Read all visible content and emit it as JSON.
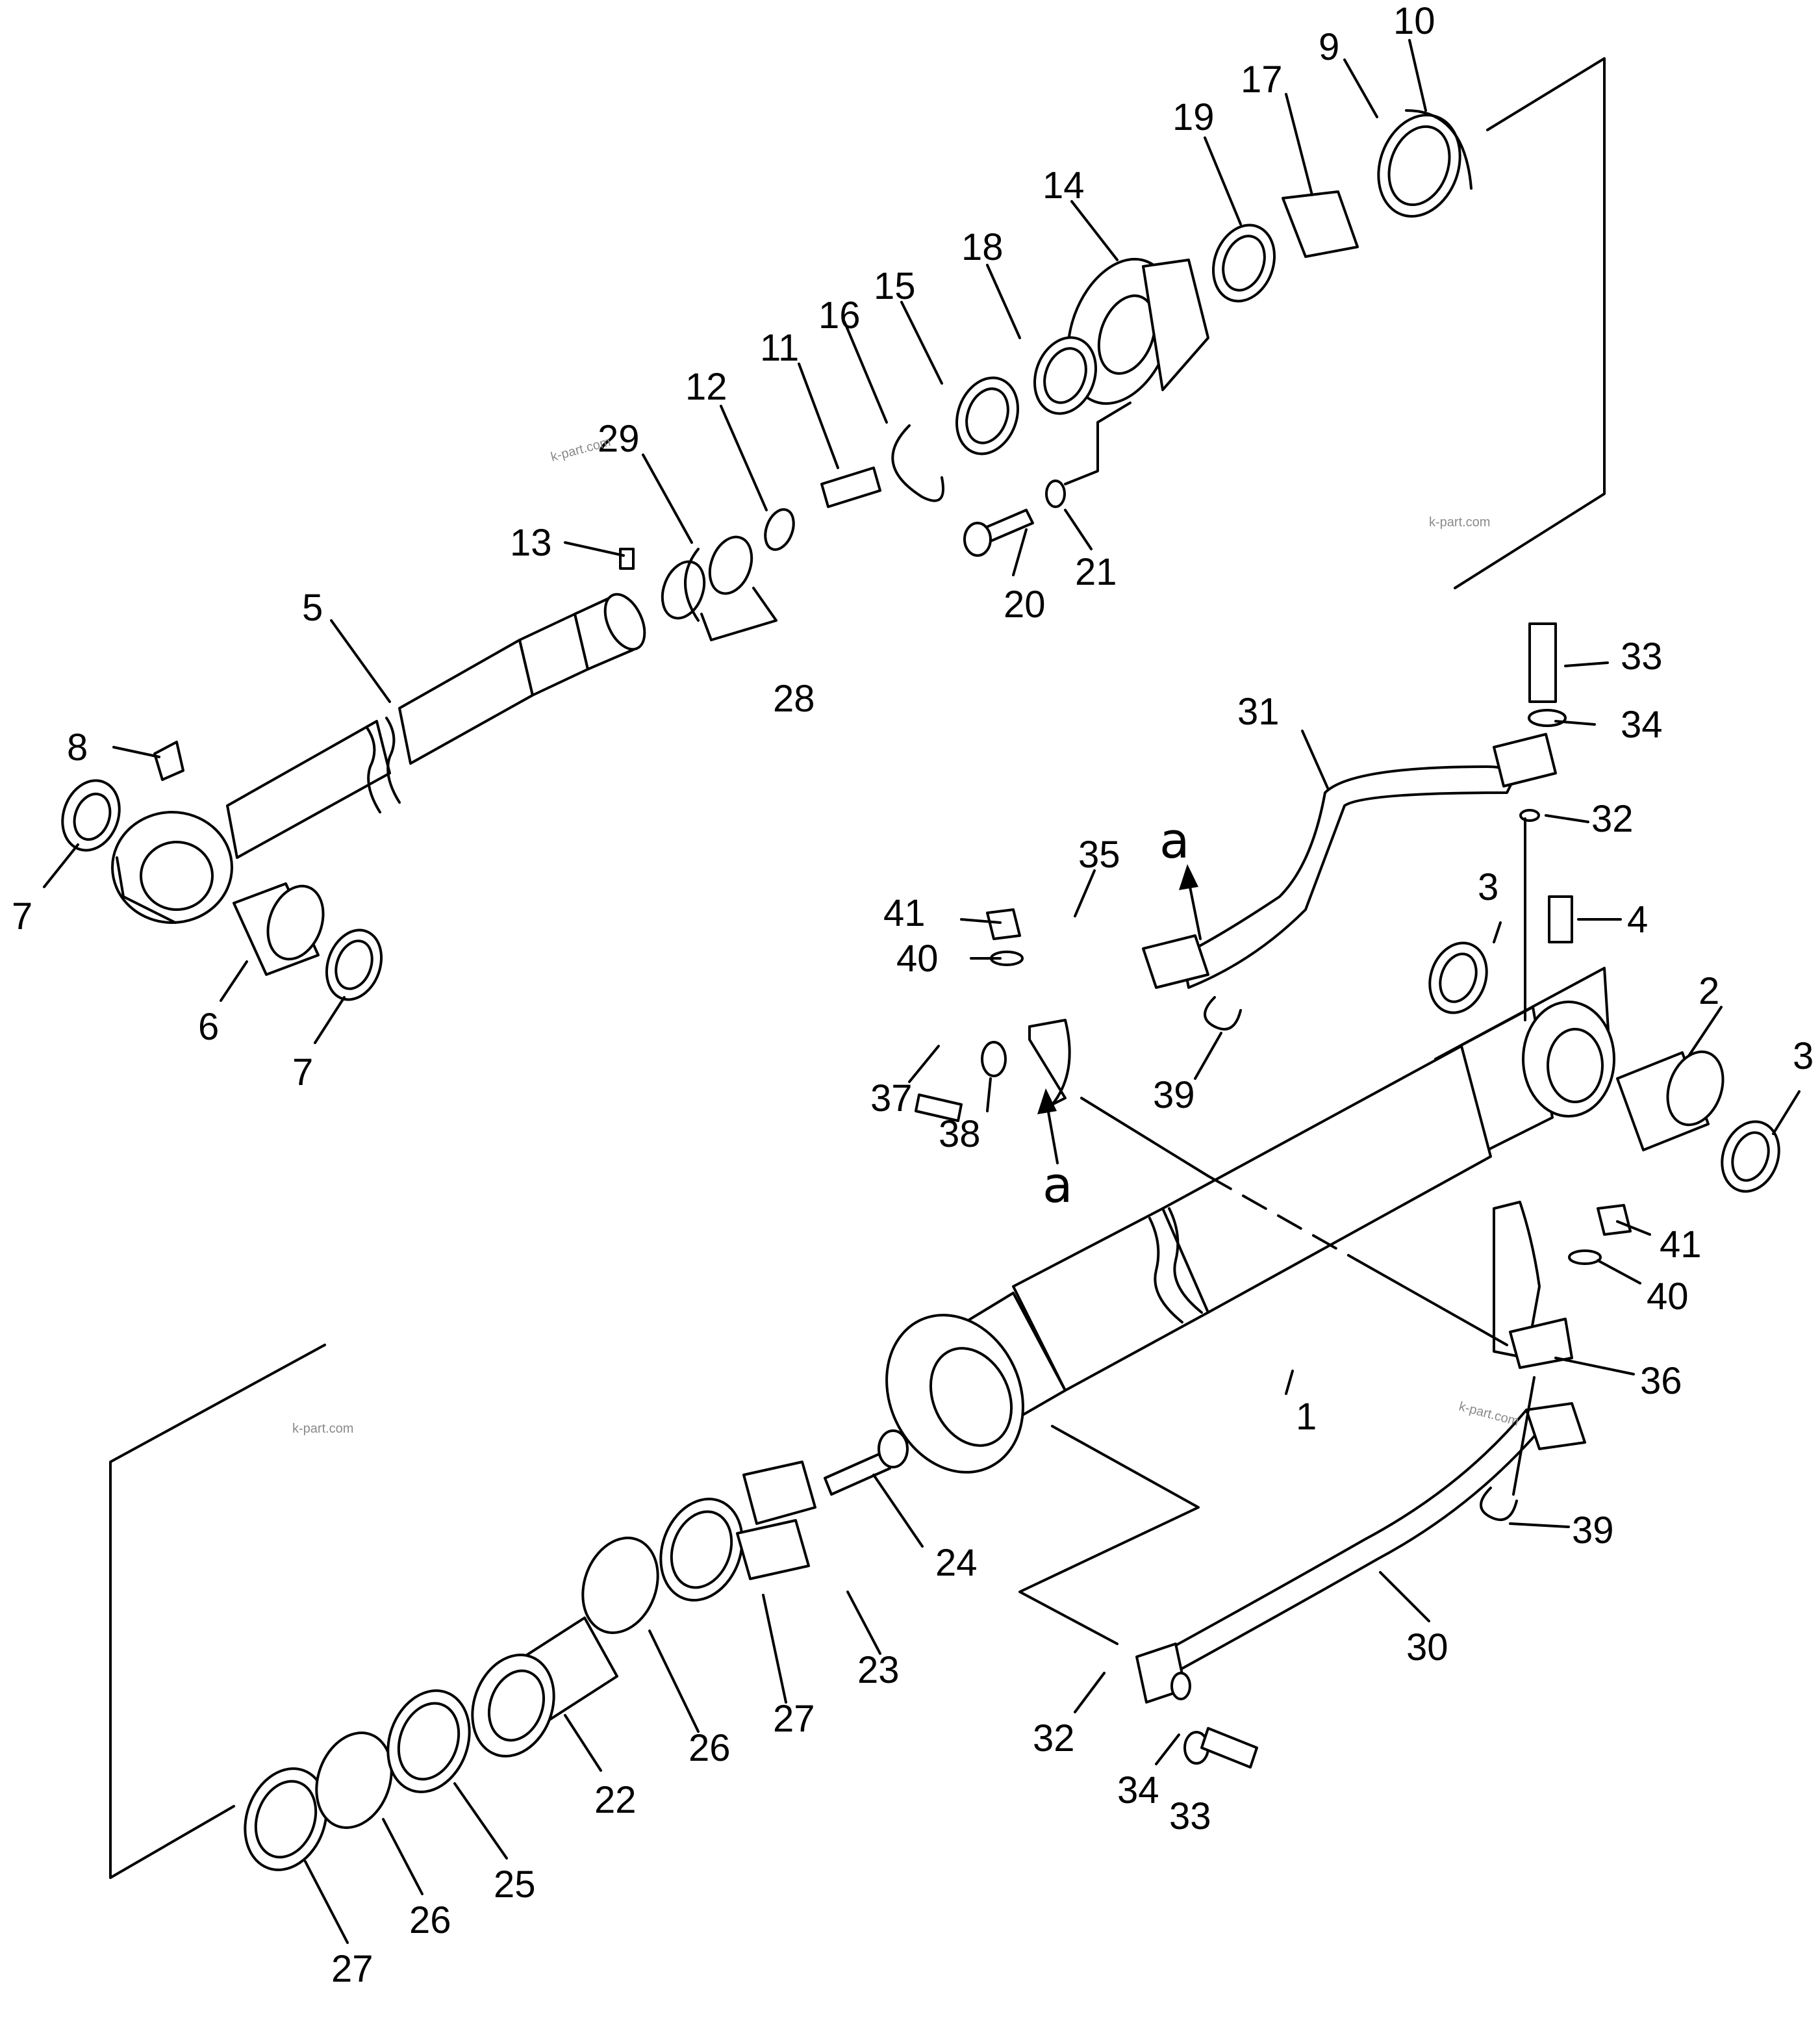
{
  "watermark": "k-part.com",
  "view_marker": "a",
  "callouts": [
    {
      "id": "c1",
      "label": "1"
    },
    {
      "id": "c2",
      "label": "2"
    },
    {
      "id": "c3a",
      "label": "3"
    },
    {
      "id": "c3b",
      "label": "3"
    },
    {
      "id": "c4",
      "label": "4"
    },
    {
      "id": "c5",
      "label": "5"
    },
    {
      "id": "c6",
      "label": "6"
    },
    {
      "id": "c7a",
      "label": "7"
    },
    {
      "id": "c7b",
      "label": "7"
    },
    {
      "id": "c8",
      "label": "8"
    },
    {
      "id": "c9",
      "label": "9"
    },
    {
      "id": "c10",
      "label": "10"
    },
    {
      "id": "c11",
      "label": "11"
    },
    {
      "id": "c12",
      "label": "12"
    },
    {
      "id": "c13",
      "label": "13"
    },
    {
      "id": "c14",
      "label": "14"
    },
    {
      "id": "c15",
      "label": "15"
    },
    {
      "id": "c16",
      "label": "16"
    },
    {
      "id": "c17",
      "label": "17"
    },
    {
      "id": "c18",
      "label": "18"
    },
    {
      "id": "c19",
      "label": "19"
    },
    {
      "id": "c20",
      "label": "20"
    },
    {
      "id": "c21",
      "label": "21"
    },
    {
      "id": "c22",
      "label": "22"
    },
    {
      "id": "c23",
      "label": "23"
    },
    {
      "id": "c24",
      "label": "24"
    },
    {
      "id": "c25",
      "label": "25"
    },
    {
      "id": "c26a",
      "label": "26"
    },
    {
      "id": "c26b",
      "label": "26"
    },
    {
      "id": "c27a",
      "label": "27"
    },
    {
      "id": "c27b",
      "label": "27"
    },
    {
      "id": "c28",
      "label": "28"
    },
    {
      "id": "c29",
      "label": "29"
    },
    {
      "id": "c30",
      "label": "30"
    },
    {
      "id": "c31",
      "label": "31"
    },
    {
      "id": "c32a",
      "label": "32"
    },
    {
      "id": "c32b",
      "label": "32"
    },
    {
      "id": "c33a",
      "label": "33"
    },
    {
      "id": "c33b",
      "label": "33"
    },
    {
      "id": "c34a",
      "label": "34"
    },
    {
      "id": "c34b",
      "label": "34"
    },
    {
      "id": "c35",
      "label": "35"
    },
    {
      "id": "c36",
      "label": "36"
    },
    {
      "id": "c37",
      "label": "37"
    },
    {
      "id": "c38",
      "label": "38"
    },
    {
      "id": "c39a",
      "label": "39"
    },
    {
      "id": "c39b",
      "label": "39"
    },
    {
      "id": "c40a",
      "label": "40"
    },
    {
      "id": "c40b",
      "label": "40"
    },
    {
      "id": "c41a",
      "label": "41"
    },
    {
      "id": "c41b",
      "label": "41"
    }
  ]
}
